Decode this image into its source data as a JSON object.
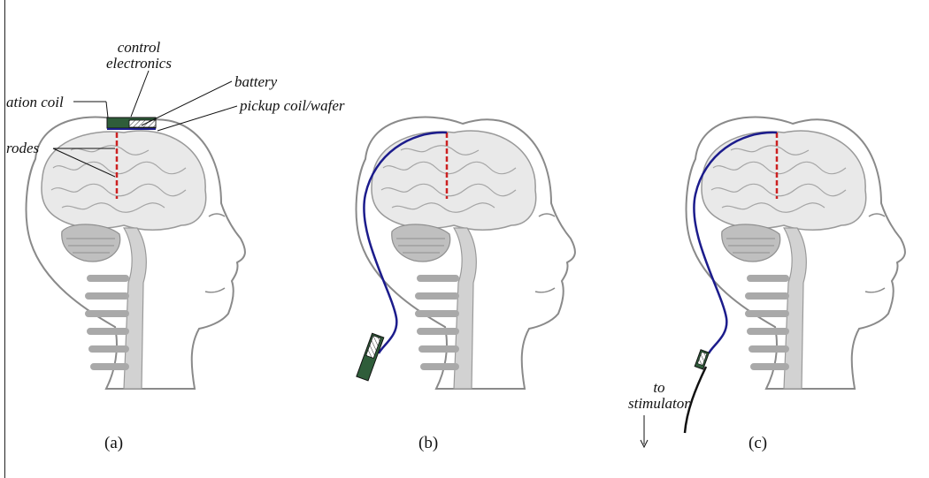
{
  "labels": {
    "control_electronics_line1": "control",
    "control_electronics_line2": "electronics",
    "battery": "battery",
    "stimulation_coil": "ation coil",
    "pickup_coil": "pickup coil/wafer",
    "electrodes": "rodes",
    "to_stimulator_line1": "to",
    "to_stimulator_line2": "stimulator"
  },
  "captions": [
    "(a)",
    "(b)",
    "(c)"
  ],
  "colors": {
    "head_outline": "#8a8a8a",
    "brain_fill": "#e9e9e9",
    "lead_wire": "#1c1c8c",
    "electrode": "#cc2222",
    "device": "#2f5d3a",
    "text": "#111111"
  }
}
